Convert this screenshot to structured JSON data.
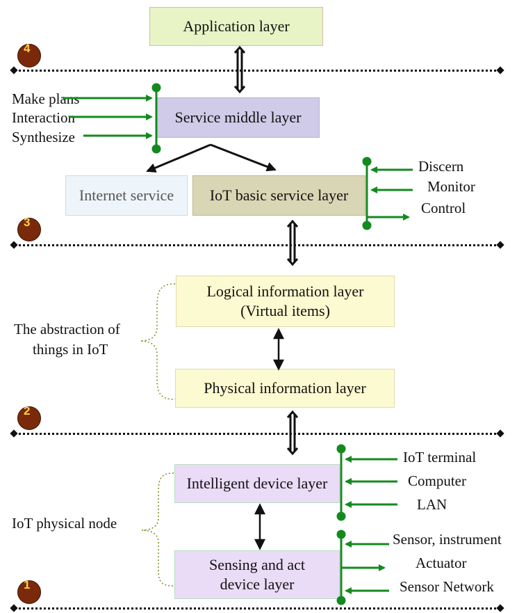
{
  "levels": [
    {
      "number": "4"
    },
    {
      "number": "3"
    },
    {
      "number": "2"
    },
    {
      "number": "1"
    }
  ],
  "layers": {
    "application": "Application layer",
    "service_middle": "Service middle layer",
    "internet_service": "Internet service",
    "iot_basic_service": "IoT basic service layer",
    "logical_info_line1": "Logical information layer",
    "logical_info_line2": "(Virtual items)",
    "physical_info": "Physical information layer",
    "intelligent_device": "Intelligent device layer",
    "sensing_line1": "Sensing and act",
    "sensing_line2": "device layer"
  },
  "middle_inputs": [
    "Make plans",
    "Interaction",
    "Synthesize"
  ],
  "basic_service_io": [
    "Discern",
    "Monitor",
    "Control"
  ],
  "abstraction_label": {
    "line1": "The abstraction of",
    "line2": "things in IoT"
  },
  "physical_node_label": "IoT physical node",
  "device_inputs": [
    "IoT terminal",
    "Computer",
    "LAN"
  ],
  "sensing_io": [
    "Sensor, instrument",
    "Actuator",
    "Sensor Network"
  ],
  "colors": {
    "application": "#e8f3c6",
    "service_middle": "#cfcbe8",
    "internet_service": "#eef5fa",
    "iot_basic_service": "#d9d6b5",
    "info_layers": "#fbfad0",
    "device_layers": "#eadcf7",
    "arrow_green": "#138a1e",
    "marker": "#7a2a0a"
  }
}
